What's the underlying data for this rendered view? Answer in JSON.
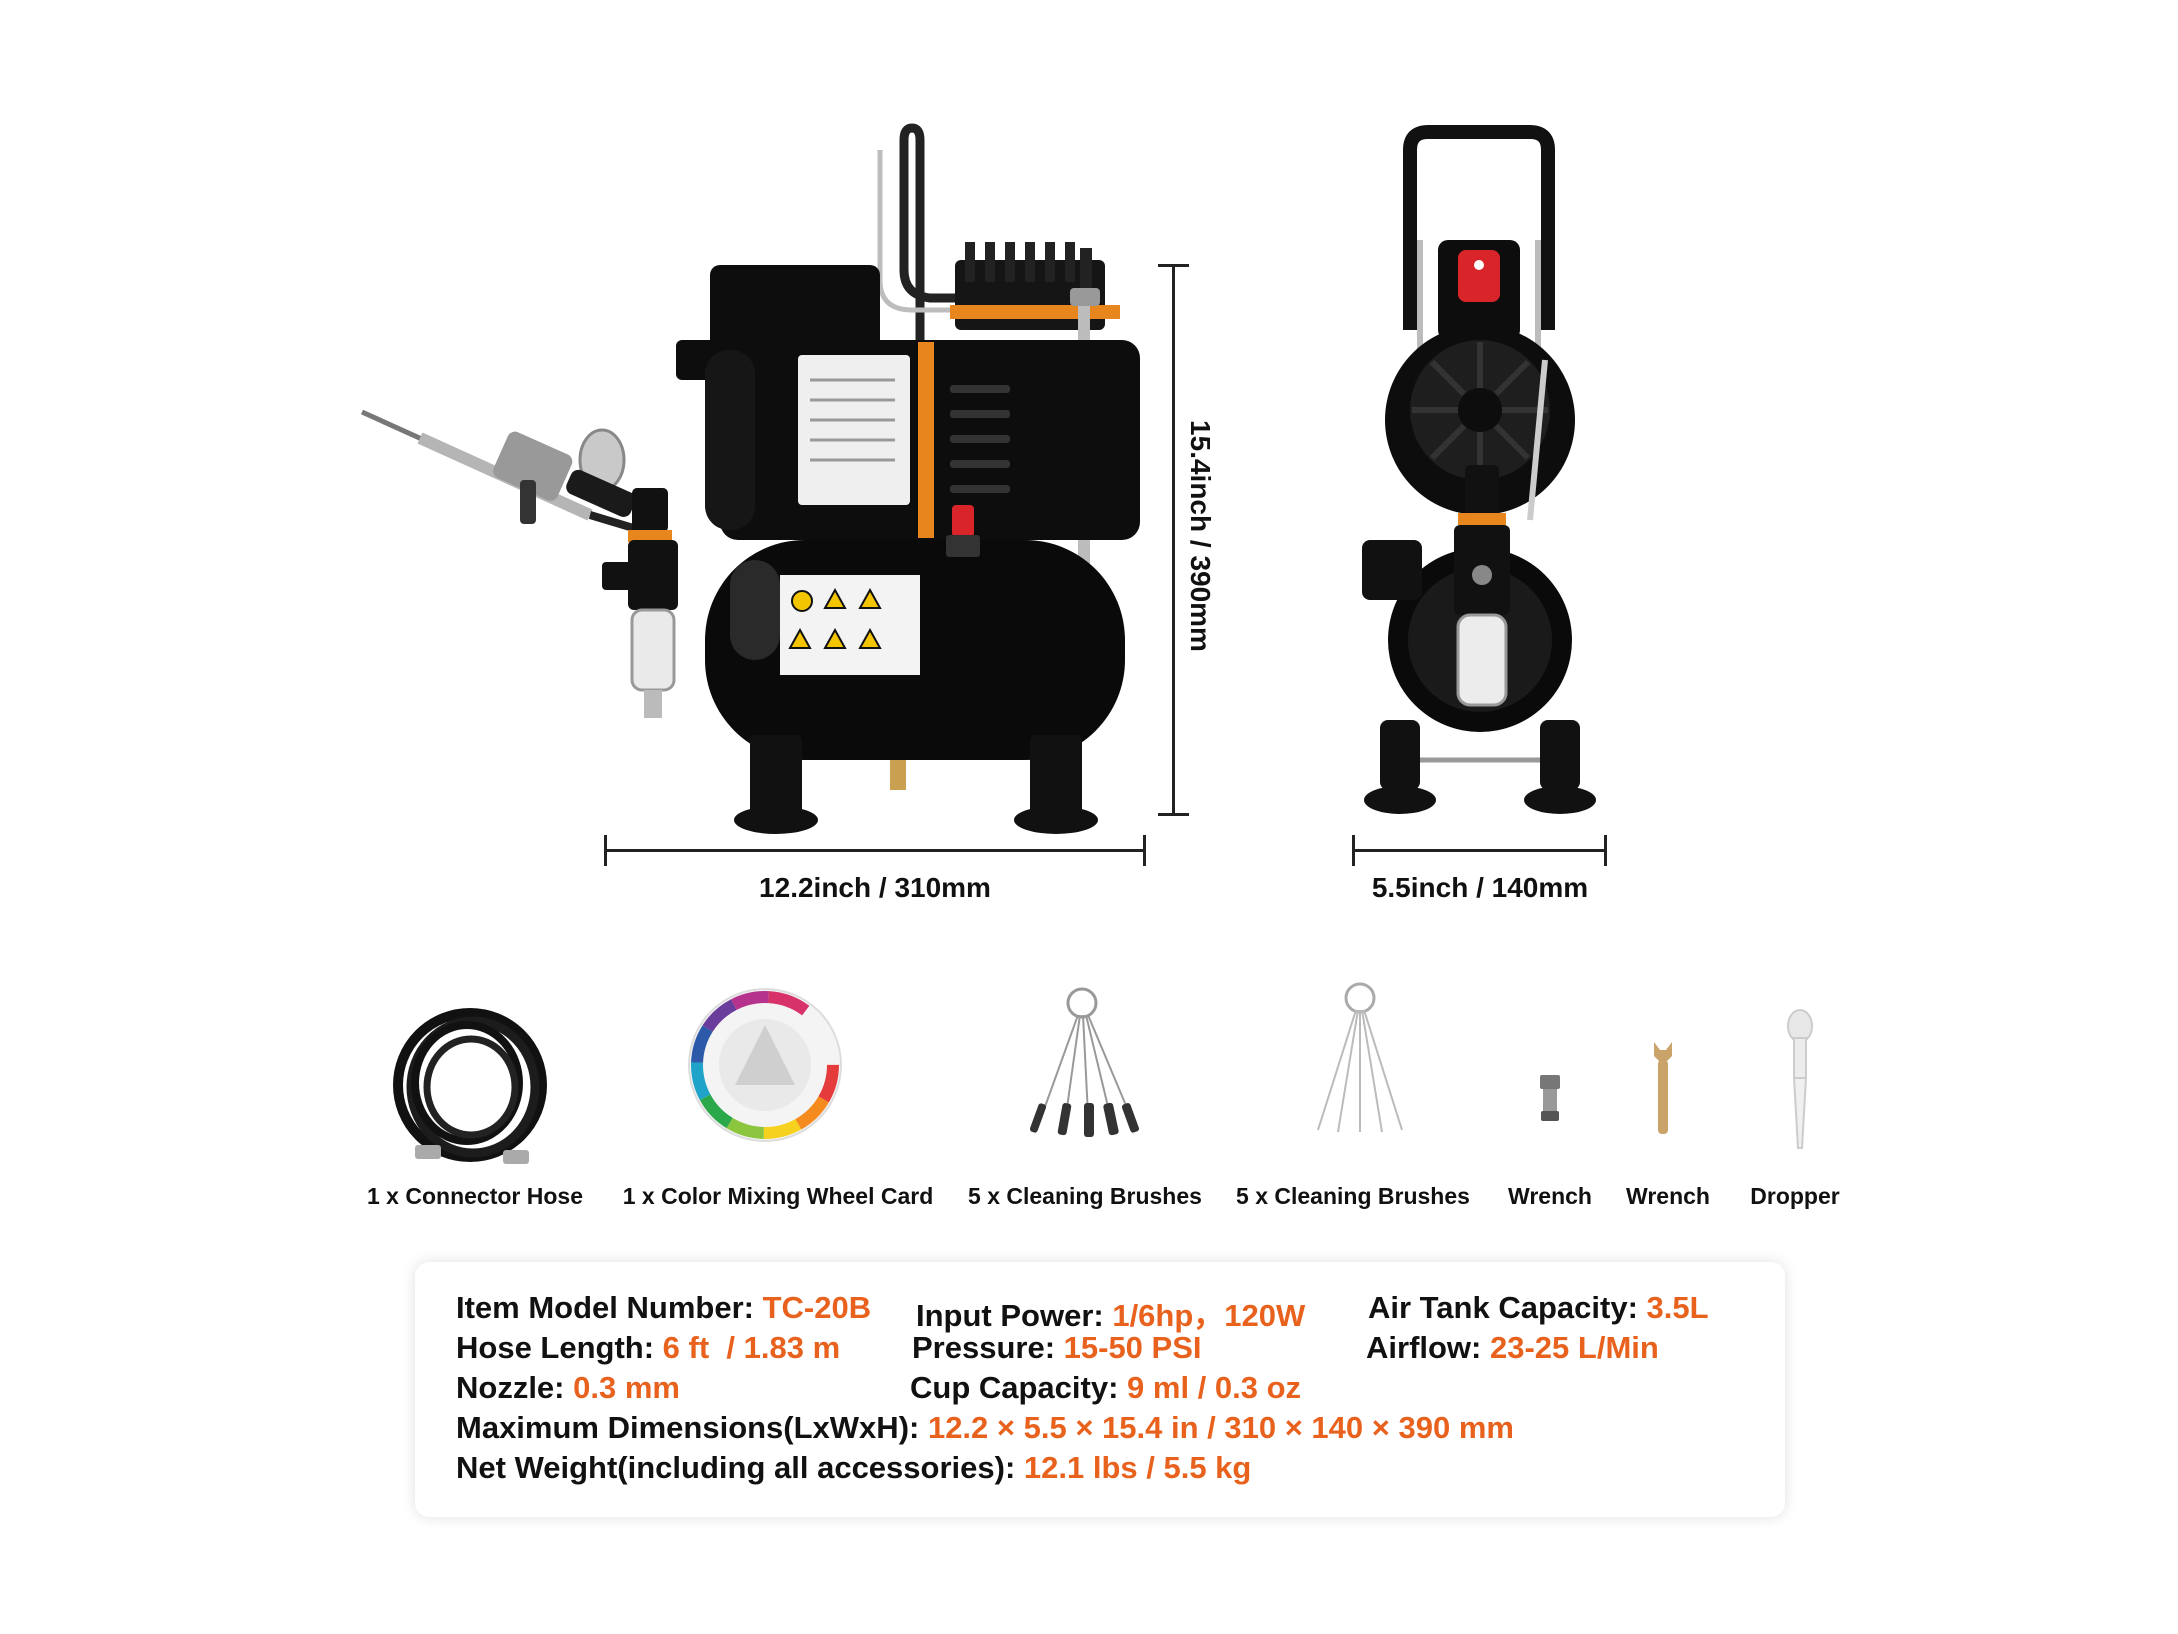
{
  "dimensions": {
    "width_label": "12.2inch / 310mm",
    "depth_label": "5.5inch / 140mm",
    "height_label": "15.4inch / 390mm"
  },
  "accessories": [
    {
      "label": "1 x Connector Hose",
      "icon": "coiled-hose-icon"
    },
    {
      "label": "1 x Color Mixing Wheel Card",
      "icon": "color-wheel-icon"
    },
    {
      "label": "5 x Cleaning Brushes",
      "icon": "cleaning-brushes-icon"
    },
    {
      "label": "5 x Cleaning Brushes",
      "icon": "cleaning-needles-icon"
    },
    {
      "label": "Wrench",
      "icon": "valve-fitting-icon"
    },
    {
      "label": "Wrench",
      "icon": "wrench-icon"
    },
    {
      "label": "Dropper",
      "icon": "dropper-icon"
    }
  ],
  "specs": {
    "model": {
      "key": "Item Model Number: ",
      "value": "TC-20B"
    },
    "power": {
      "key": "Input Power: ",
      "value": "1/6hp，120W"
    },
    "tank": {
      "key": "Air Tank Capacity: ",
      "value": "3.5L"
    },
    "hose": {
      "key": "Hose Length: ",
      "value": "6 ft  / 1.83 m"
    },
    "pressure": {
      "key": "Pressure: ",
      "value": "15-50 PSI"
    },
    "airflow": {
      "key": "Airflow: ",
      "value": "23-25 L/Min"
    },
    "nozzle": {
      "key": "Nozzle: ",
      "value": "0.3 mm"
    },
    "cup": {
      "key": "Cup Capacity: ",
      "value": "9 ml / 0.3 oz"
    },
    "dimensions": {
      "key": "Maximum Dimensions(LxWxH): ",
      "value": "12.2 × 5.5 × 15.4 in / 310 × 140 × 390 mm"
    },
    "weight": {
      "key": "Net Weight(including all accessories): ",
      "value": "12.1 lbs / 5.5 kg"
    }
  },
  "colors": {
    "accent": "#e8621e",
    "text": "#111111",
    "product_body": "#0d0d0d",
    "trim": "#e8861e"
  }
}
